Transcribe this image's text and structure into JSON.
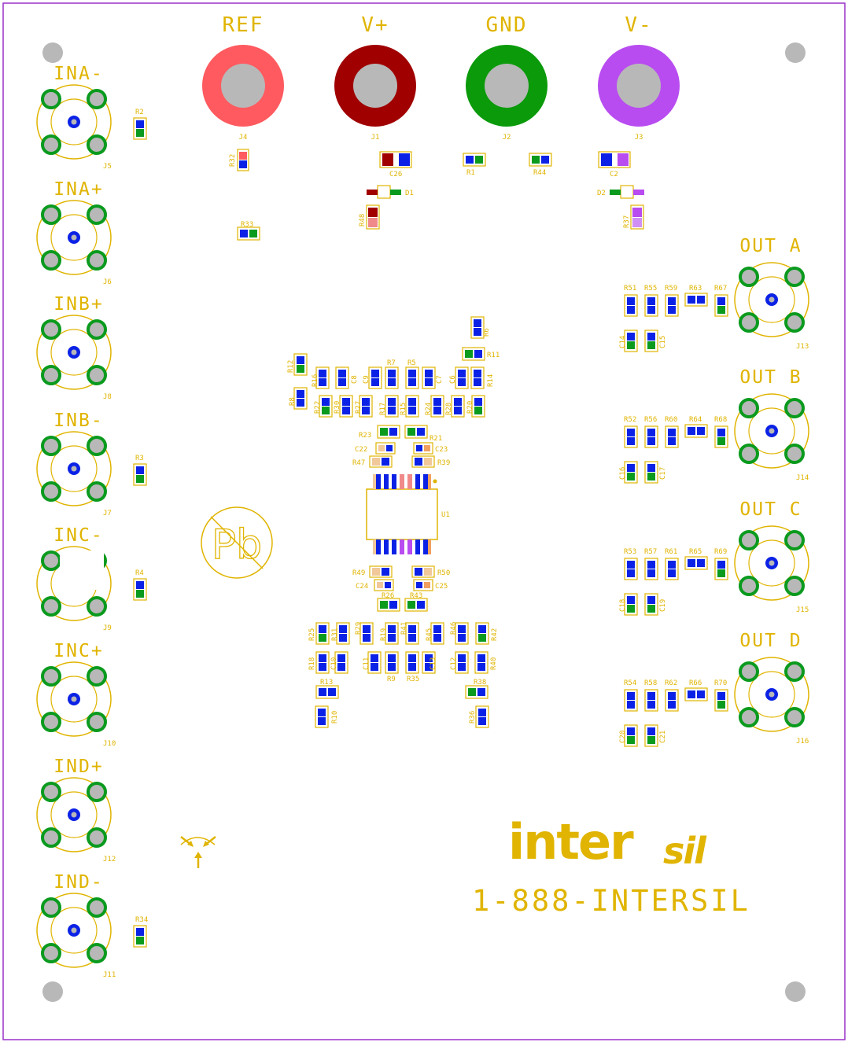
{
  "colors": {
    "silk": "#e0b400",
    "outline": "#9b30c8",
    "pad_blue": "#0b22e6",
    "pad_green": "#0a9a1e",
    "hole_gray": "#b8b8b8",
    "logo": "#e0b400",
    "ref": "#ff5a5f",
    "vplus": "#a00000",
    "gnd": "#0a9a0a",
    "vminus": "#b84cf0"
  },
  "power_jacks": [
    {
      "label": "REF",
      "ref": "J4"
    },
    {
      "label": "V+",
      "ref": "J1"
    },
    {
      "label": "GND",
      "ref": "J2"
    },
    {
      "label": "V-",
      "ref": "J3"
    }
  ],
  "inputs": [
    {
      "label": "INA-",
      "ref": "J5"
    },
    {
      "label": "INA+",
      "ref": "J6"
    },
    {
      "label": "INB+",
      "ref": "J8"
    },
    {
      "label": "INB-",
      "ref": "J7"
    },
    {
      "label": "INC-",
      "ref": "J9"
    },
    {
      "label": "INC+",
      "ref": "J10"
    },
    {
      "label": "IND+",
      "ref": "J12"
    },
    {
      "label": "IND-",
      "ref": "J11"
    }
  ],
  "outputs": [
    {
      "label": "OUT A",
      "ref": "J13"
    },
    {
      "label": "OUT B",
      "ref": "J14"
    },
    {
      "label": "OUT C",
      "ref": "J15"
    },
    {
      "label": "OUT D",
      "ref": "J16"
    }
  ],
  "input_resistors": [
    "R2",
    "R3",
    "R4",
    "R34"
  ],
  "top_parts": [
    "R32",
    "C26",
    "R1",
    "R44",
    "C2",
    "D1",
    "D2",
    "R48",
    "R37",
    "R33"
  ],
  "ic_label": "U1",
  "center_upper_parts": [
    "R6",
    "R11",
    "R12",
    "R16",
    "C8",
    "C9",
    "R7",
    "R5",
    "C7",
    "C6",
    "R14",
    "R8",
    "R22",
    "R30",
    "R27",
    "R17",
    "R15",
    "R24",
    "R28",
    "R20",
    "R23",
    "R21",
    "C22",
    "C23",
    "R47",
    "R39"
  ],
  "center_lower_parts": [
    "R49",
    "R50",
    "C24",
    "C25",
    "R26",
    "R43",
    "R25",
    "R31",
    "R29",
    "R19",
    "R41",
    "R45",
    "R46",
    "R42",
    "R18",
    "C10",
    "C11",
    "R9",
    "R35",
    "C13",
    "C12",
    "R40",
    "R13",
    "R38",
    "R10",
    "R36"
  ],
  "output_parts": [
    [
      "R51",
      "R55",
      "R59",
      "R63",
      "R67",
      "C14",
      "C15"
    ],
    [
      "R52",
      "R56",
      "R60",
      "R64",
      "R68",
      "C16",
      "C17"
    ],
    [
      "R53",
      "R57",
      "R61",
      "R65",
      "R69",
      "C18",
      "C19"
    ],
    [
      "R54",
      "R58",
      "R62",
      "R66",
      "R70",
      "C20",
      "C21"
    ]
  ],
  "pb_symbol": "Pb",
  "logo": {
    "inter": "inter",
    "sil": "sil"
  },
  "phone": "1-888-INTERSIL"
}
